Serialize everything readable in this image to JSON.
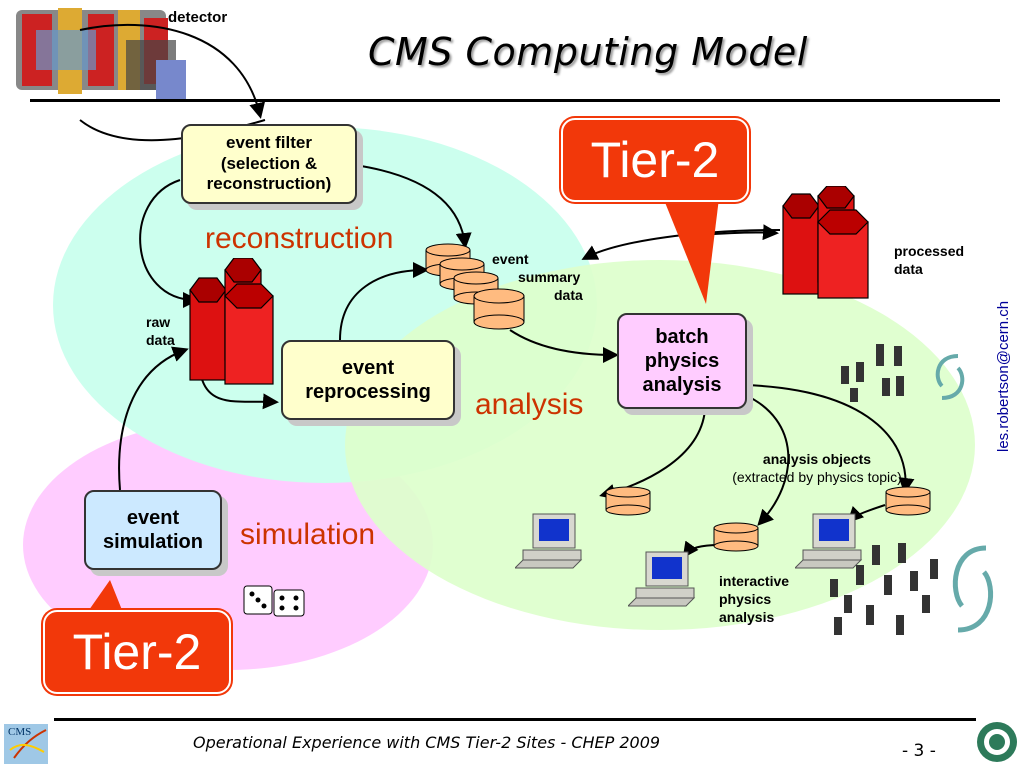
{
  "slide": {
    "title": "CMS Computing Model",
    "detector_label": "detector",
    "footer": "Operational Experience with CMS Tier-2 Sites - CHEP 2009",
    "page_number": "- 3 -",
    "email": "les.robertson@cern.ch",
    "logo_text": "CMS"
  },
  "boxes": {
    "event_filter": [
      "event filter",
      "(selection &",
      "reconstruction)"
    ],
    "event_reprocessing": [
      "event",
      "reprocessing"
    ],
    "batch_analysis": [
      "batch",
      "physics",
      "analysis"
    ],
    "event_simulation": [
      "event",
      "simulation"
    ]
  },
  "regions": {
    "reconstruction": "reconstruction",
    "analysis": "analysis",
    "simulation": "simulation"
  },
  "labels": {
    "raw_data": [
      "raw",
      "data"
    ],
    "event_summary": [
      "event",
      "summary",
      "data"
    ],
    "processed_data": [
      "processed",
      "data"
    ],
    "analysis_objects": [
      "analysis objects",
      "(extracted by physics topic)"
    ],
    "interactive": [
      "interactive",
      "physics",
      "analysis"
    ]
  },
  "callouts": {
    "tier2_top": "Tier-2",
    "tier2_bottom": "Tier-2"
  },
  "colors": {
    "reconstruction_region": "#ccffee",
    "analysis_region": "#ddffcc",
    "simulation_region": "#ffccff",
    "tier_callout": "#f2380a",
    "region_label": "#cc3300",
    "storage_cylinder": "#ffbb80",
    "hex_storage": "#dd1111"
  }
}
